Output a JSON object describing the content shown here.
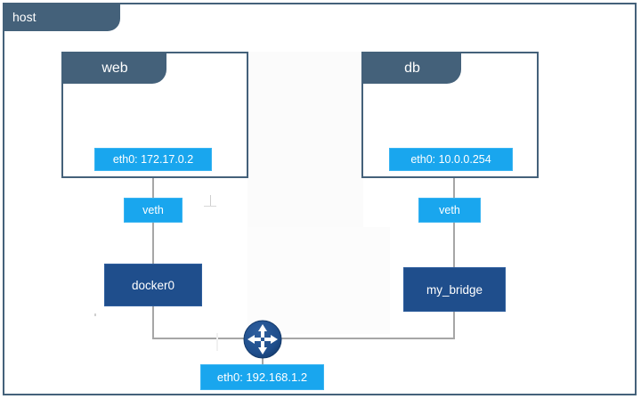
{
  "host": {
    "tab_label": "host",
    "frame_color": "#44617a"
  },
  "containers": [
    {
      "name": "web",
      "tab_label": "web",
      "interface": {
        "label": "eth0: 172.17.0.2",
        "name": "eth0",
        "address": "172.17.0.2"
      },
      "veth_label": "veth",
      "bridge_label": "docker0"
    },
    {
      "name": "db",
      "tab_label": "db",
      "interface": {
        "label": "eth0: 10.0.0.254",
        "name": "eth0",
        "address": "10.0.0.254"
      },
      "veth_label": "veth",
      "bridge_label": "my_bridge"
    }
  ],
  "host_interface": {
    "label": "eth0: 192.168.1.2",
    "name": "eth0",
    "address": "192.168.1.2"
  },
  "router": {
    "icon": "four-way-arrow-router-icon"
  },
  "colors": {
    "slate": "#44617a",
    "bright_blue": "#19a6ee",
    "navy": "#1f4e8c",
    "line_gray": "#a6a6a6",
    "white": "#ffffff"
  }
}
